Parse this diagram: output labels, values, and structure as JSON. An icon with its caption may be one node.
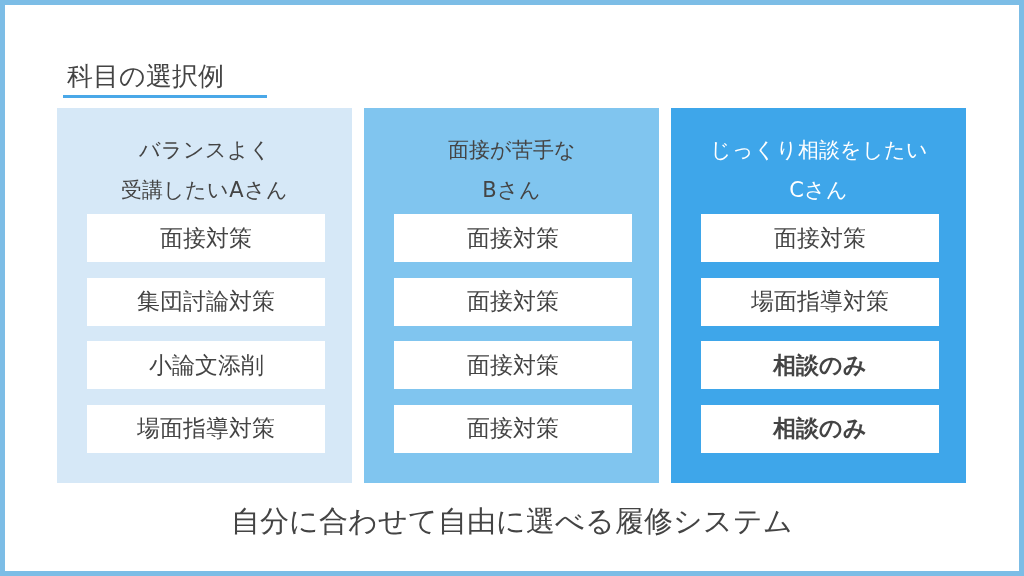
{
  "diagram": {
    "title": "科目の選択例",
    "caption": "自分に合わせて自由に選べる履修システム",
    "nodes": [
      {
        "text": [
          "バランスよく受講したいAさん"
        ]
      },
      {
        "text": [
          "面接対策"
        ],
        "in": 0
      },
      {
        "text": [
          "集団討論対策"
        ],
        "in": 0
      },
      {
        "text": [
          "小論文添削"
        ],
        "in": 0
      },
      {
        "text": [
          "場面指導対策"
        ],
        "in": 0
      },
      {
        "text": [
          "面接が苦手なBさん"
        ]
      },
      {
        "text": [
          "面接対策"
        ],
        "in": 5
      },
      {
        "text": [
          "面接対策"
        ],
        "in": 5
      },
      {
        "text": [
          "面接対策"
        ],
        "in": 5
      },
      {
        "text": [
          "面接対策"
        ],
        "in": 5
      },
      {
        "text": [
          "じっくり相談をしたいCさん"
        ]
      },
      {
        "text": [
          "面接対策"
        ],
        "in": 10
      },
      {
        "text": [
          "場面指導対策"
        ],
        "in": 10
      },
      {
        "text": [
          "相談のみ"
        ],
        "in": 10
      },
      {
        "text": [
          "相談のみ"
        ],
        "in": 10
      }
    ]
  }
}
